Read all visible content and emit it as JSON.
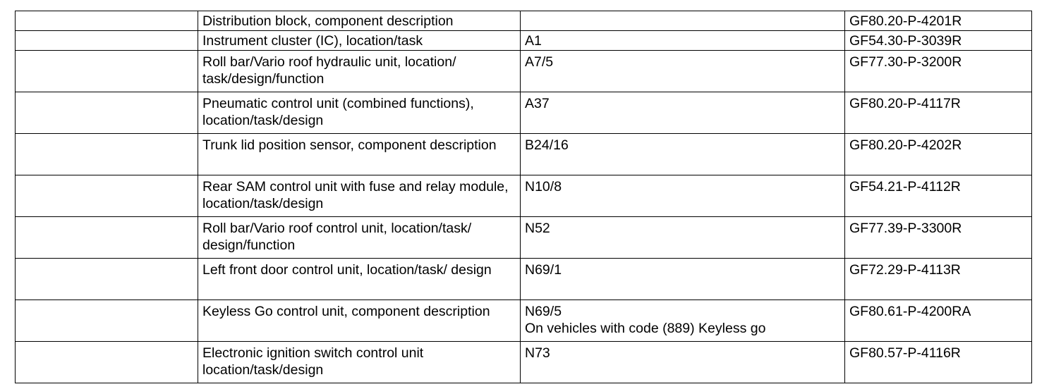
{
  "rows": [
    {
      "c1": "",
      "description": "Distribution block, component description",
      "code": "",
      "document": "GF80.20-P-4201R"
    },
    {
      "c1": "",
      "description": "Instrument cluster (IC), location/task",
      "code": "A1",
      "document": "GF54.30-P-3039R"
    },
    {
      "c1": "",
      "description": "Roll bar/Vario roof hydraulic unit, location/ task/design/function",
      "code": "A7/5",
      "document": "GF77.30-P-3200R"
    },
    {
      "c1": "",
      "description": "Pneumatic control unit (combined functions), location/task/design",
      "code": "A37",
      "document": "GF80.20-P-4117R"
    },
    {
      "c1": "",
      "description": "Trunk lid position sensor, component description",
      "code": "B24/16",
      "document": "GF80.20-P-4202R"
    },
    {
      "c1": "",
      "description": "Rear SAM control unit with fuse and relay module, location/task/design",
      "code": "N10/8",
      "document": "GF54.21-P-4112R"
    },
    {
      "c1": "",
      "description": "Roll bar/Vario roof control unit, location/task/ design/function",
      "code": "N52",
      "document": "GF77.39-P-3300R"
    },
    {
      "c1": "",
      "description": "Left front door control unit, location/task/ design",
      "code": "N69/1",
      "document": "GF72.29-P-4113R"
    },
    {
      "c1": "",
      "description": "Keyless Go control unit, component description",
      "code": "N69/5\nOn vehicles with code (889) Keyless go",
      "document": "GF80.61-P-4200RA"
    },
    {
      "c1": "",
      "description": "Electronic ignition switch control unit location/task/design",
      "code": "N73",
      "document": "GF80.57-P-4116R"
    }
  ]
}
